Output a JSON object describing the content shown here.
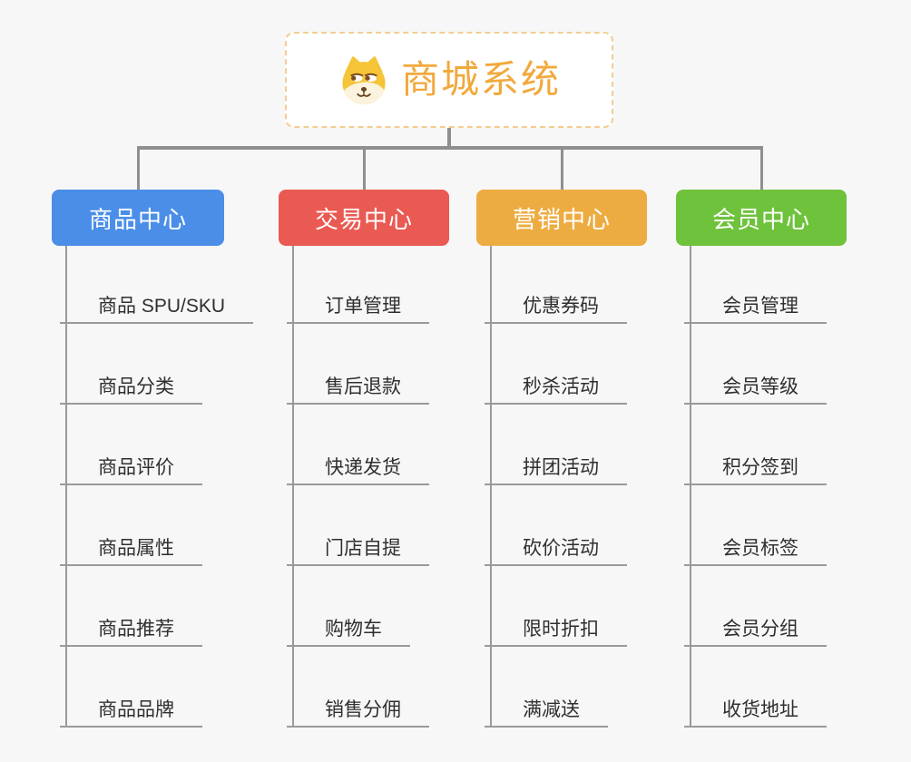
{
  "app": {
    "background": "#F7F7F7",
    "connector_color": "#8F8F8F",
    "leaf_line_color": "#9A9A9A",
    "leaf_text_color": "#2F2F2F"
  },
  "root": {
    "title": "商城系统",
    "icon": "dog-icon",
    "text_color": "#F1A93D",
    "border_color": "#F2CD92",
    "background": "#FFFFFF"
  },
  "branches": [
    {
      "label": "商品中心",
      "color": "#4A8EE8",
      "items": [
        "商品 SPU/SKU",
        "商品分类",
        "商品评价",
        "商品属性",
        "商品推荐",
        "商品品牌"
      ]
    },
    {
      "label": "交易中心",
      "color": "#E95A52",
      "items": [
        "订单管理",
        "售后退款",
        "快递发货",
        "门店自提",
        "购物车",
        "销售分佣"
      ]
    },
    {
      "label": "营销中心",
      "color": "#EDAC42",
      "items": [
        "优惠券码",
        "秒杀活动",
        "拼团活动",
        "砍价活动",
        "限时折扣",
        "满减送"
      ]
    },
    {
      "label": "会员中心",
      "color": "#6EC23C",
      "items": [
        "会员管理",
        "会员等级",
        "积分签到",
        "会员标签",
        "会员分组",
        "收货地址"
      ]
    }
  ]
}
